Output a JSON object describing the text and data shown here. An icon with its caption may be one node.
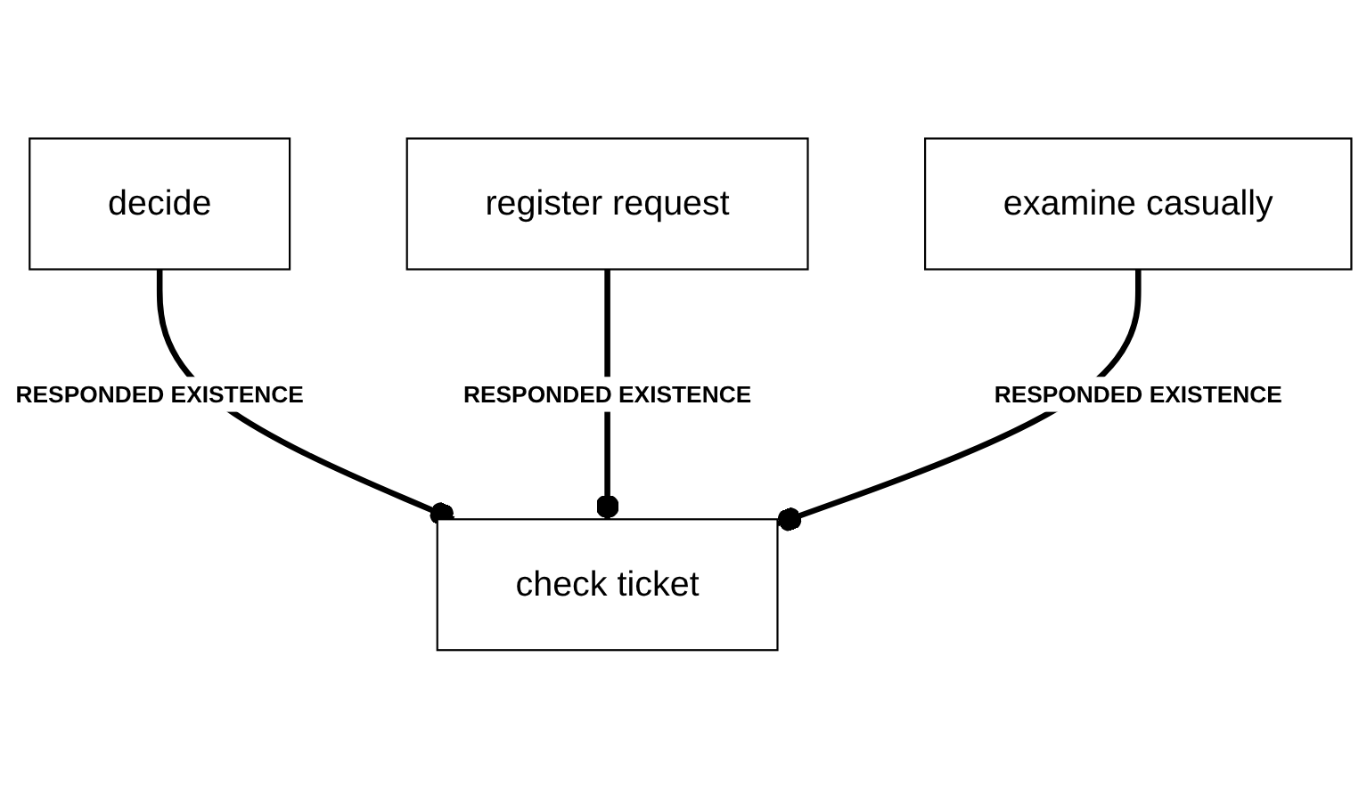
{
  "diagram": {
    "nodes": [
      {
        "text": [
          "decide"
        ]
      },
      {
        "text": [
          "check ticket"
        ]
      },
      {
        "text": [
          "register request"
        ]
      },
      {
        "text": [
          "examine casually"
        ]
      }
    ],
    "edges": [
      {
        "from": 0,
        "to": 1,
        "arrow": "other",
        "label": "RESPONDED EXISTENCE"
      },
      {
        "from": 2,
        "to": 1,
        "arrow": "other",
        "label": "RESPONDED EXISTENCE"
      },
      {
        "from": 3,
        "to": 1,
        "arrow": "other",
        "label": "RESPONDED EXISTENCE"
      }
    ]
  }
}
